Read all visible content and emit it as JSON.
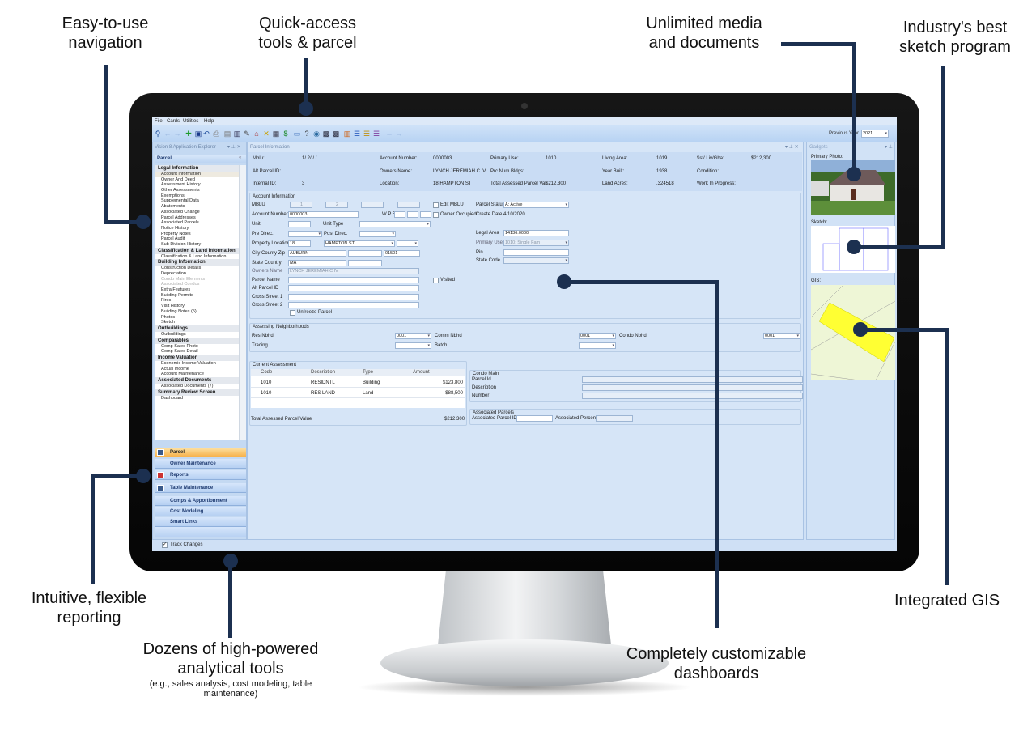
{
  "callouts": {
    "navigation": [
      "Easy-to-use",
      "navigation"
    ],
    "tools": [
      "Quick-access",
      "tools & parcel"
    ],
    "media": [
      "Unlimited media",
      "and documents"
    ],
    "sketch": [
      "Industry's best",
      "sketch program"
    ],
    "reporting": [
      "Intuitive, flexible",
      "reporting"
    ],
    "analytics": [
      "Dozens of high-powered",
      "analytical tools"
    ],
    "analytics_note": "(e.g., sales analysis, cost modeling, table maintenance)",
    "dashboards": [
      "Completely customizable",
      "dashboards"
    ],
    "gis": "Integrated GIS"
  },
  "colors": {
    "callout_line": "#1c3050",
    "active_nav": "#f7b24b",
    "gis_parcel": "#ffff33",
    "window_bg": "#cfe0f5"
  },
  "menu": [
    "File",
    "Cards",
    "Utilities",
    "Help"
  ],
  "toolbar": {
    "icons": [
      "binoculars-icon",
      "back-icon",
      "forward-icon",
      "add-icon",
      "save-icon",
      "undo-icon",
      "print-icon",
      "scanner-icon",
      "book-icon",
      "edit-icon",
      "home-icon",
      "delete-icon",
      "photo-icon",
      "dollar-icon",
      "database-icon",
      "help-icon",
      "globe-icon",
      "map-icon",
      "sketch-icon",
      "chart-icon",
      "list-icon",
      "report-icon",
      "report2-icon",
      "back-icon",
      "forward-icon"
    ],
    "previous_year_label": "Previous Year",
    "previous_year_value": "2021"
  },
  "explorer": {
    "title": "Vision 8 Application Explorer",
    "section": "Parcel",
    "groups": [
      {
        "title": "Legal Information",
        "items": [
          "Account Information",
          "Owner And Deed",
          "Assessment History",
          "Other Assessments",
          "Exemptions",
          "Supplemental Data",
          "Abatements",
          "Associated Change",
          "Parcel Addresses",
          "Associated Parcels",
          "Notice History",
          "Property Notes",
          "Parcel Audit",
          "Sub Division History"
        ]
      },
      {
        "title": "Classification & Land Information",
        "items": [
          "Classification & Land Information"
        ]
      },
      {
        "title": "Building Information",
        "items": [
          "Construction Details",
          "Depreciation",
          "Condo Main Elements",
          "Associated Condos",
          "Extra Features",
          "Building Permits",
          "Fires",
          "Visit History",
          "Building Notes (5)",
          "Photos",
          "Sketch"
        ]
      },
      {
        "title": "Outbuildings",
        "items": [
          "Outbuildings"
        ]
      },
      {
        "title": "Comparables",
        "items": [
          "Comp Sales Photo",
          "Comp Sales Detail"
        ]
      },
      {
        "title": "Income Valuation",
        "items": [
          "Economic Income Valuation",
          "Actual Income",
          "Account Maintenance"
        ]
      },
      {
        "title": "Associated Documents",
        "items": [
          "Associated Documents (7)"
        ]
      },
      {
        "title": "Summary Review Screen",
        "items": [
          "Dashboard"
        ]
      }
    ],
    "nav_buttons": [
      "Parcel",
      "Owner Maintenance",
      "Reports",
      "Table Maintenance",
      "Comps & Apportionment",
      "Cost Modeling",
      "Smart Links"
    ],
    "track_changes": "Track Changes"
  },
  "parcel": {
    "title": "Parcel Information",
    "summary": [
      {
        "label": "Mblu:",
        "value": "1/   2/   /   /"
      },
      {
        "label": "Account Number:",
        "value": "0000003"
      },
      {
        "label": "Primary Use:",
        "value": "1010"
      },
      {
        "label": "Living Area:",
        "value": "1019"
      },
      {
        "label": "$sf/ Liv/Gba:",
        "value": "$212,300"
      },
      {
        "label": "Alt Parcel ID:",
        "value": ""
      },
      {
        "label": "Owners Name:",
        "value": "LYNCH JEREMIAH C IV"
      },
      {
        "label": "Prc Num Bldgs:",
        "value": ""
      },
      {
        "label": "Year Built:",
        "value": "1938"
      },
      {
        "label": "Condition:",
        "value": ""
      },
      {
        "label": "Internal ID:",
        "value": "3"
      },
      {
        "label": "Location:",
        "value": "18 HAMPTON ST"
      },
      {
        "label": "Total Assessed Parcel Val",
        "value": "$212,300"
      },
      {
        "label": "Land Acres:",
        "value": ".324518"
      },
      {
        "label": "Work In Progress:",
        "value": ""
      }
    ],
    "account": {
      "legend": "Account Information",
      "mblu_label": "MBLU",
      "mblu": [
        "1",
        "2",
        "",
        ""
      ],
      "edit_mblu": "Edit MBLU",
      "account_number_label": "Account Number",
      "account_number": "0000003",
      "wpb_label": "W P B",
      "owner_occupied": "Owner Occupied",
      "unit_label": "Unit",
      "unit_type_label": "Unit Type",
      "pre_direc_label": "Pre Direc.",
      "post_direc_label": "Post Direc.",
      "property_location_label": "Property Location",
      "street_number": "18",
      "street_name": "HAMPTON ST",
      "city_county_zip_label": "City County Zip",
      "city": "AUBURN",
      "zip": "01501",
      "state_country_label": "State Country",
      "state": "MA",
      "owners_name_label": "Owners Name",
      "owners_name": "LYNCH JEREMIAH C IV",
      "parcel_name_label": "Parcel Name",
      "alt_parcel_id_label": "Alt Parcel ID",
      "cross_street_1_label": "Cross Street 1",
      "cross_street_2_label": "Cross Street 2",
      "unfreeze_parcel": "Unfreeze Parcel",
      "visited": "Visited",
      "parcel_status_label": "Parcel Status",
      "parcel_status": "A: Active",
      "create_date_label": "Create Date",
      "create_date": "4/10/2020",
      "legal_area_label": "Legal Area",
      "legal_area": "14136.0000",
      "primary_use_label": "Primary Use",
      "primary_use": "1010: Single Fam",
      "pin_label": "Pin",
      "state_code_label": "State Code"
    },
    "neighborhoods": {
      "legend": "Assessing Neighborhoods",
      "res_label": "Res Nbhd",
      "res": "0001",
      "comm_label": "Comm Nbhd",
      "comm": "0001",
      "condo_label": "Condo Nbhd",
      "condo": "0001",
      "tracing_label": "Tracing",
      "batch_label": "Batch"
    },
    "assessment": {
      "legend": "Current Assessment",
      "columns": [
        "Code",
        "Description",
        "Type",
        "Amount"
      ],
      "rows": [
        [
          "1010",
          "RESIDNTL",
          "Building",
          "$123,800"
        ],
        [
          "1010",
          "RES LAND",
          "Land",
          "$88,500"
        ]
      ],
      "total_label": "Total Assessed Parcel Value",
      "total": "$212,300"
    },
    "condo": {
      "legend": "Condo Main",
      "fields": [
        "Parcel Id",
        "Description",
        "Number"
      ]
    },
    "associated": {
      "legend": "Associated Parcels",
      "id_label": "Associated Parcel ID",
      "percent_label": "Associated Percent"
    }
  },
  "gadgets": {
    "title": "Gadgets",
    "photo_label": "Primary Photo:",
    "sketch_label": "Sketch:",
    "gis_label": "GIS:"
  }
}
